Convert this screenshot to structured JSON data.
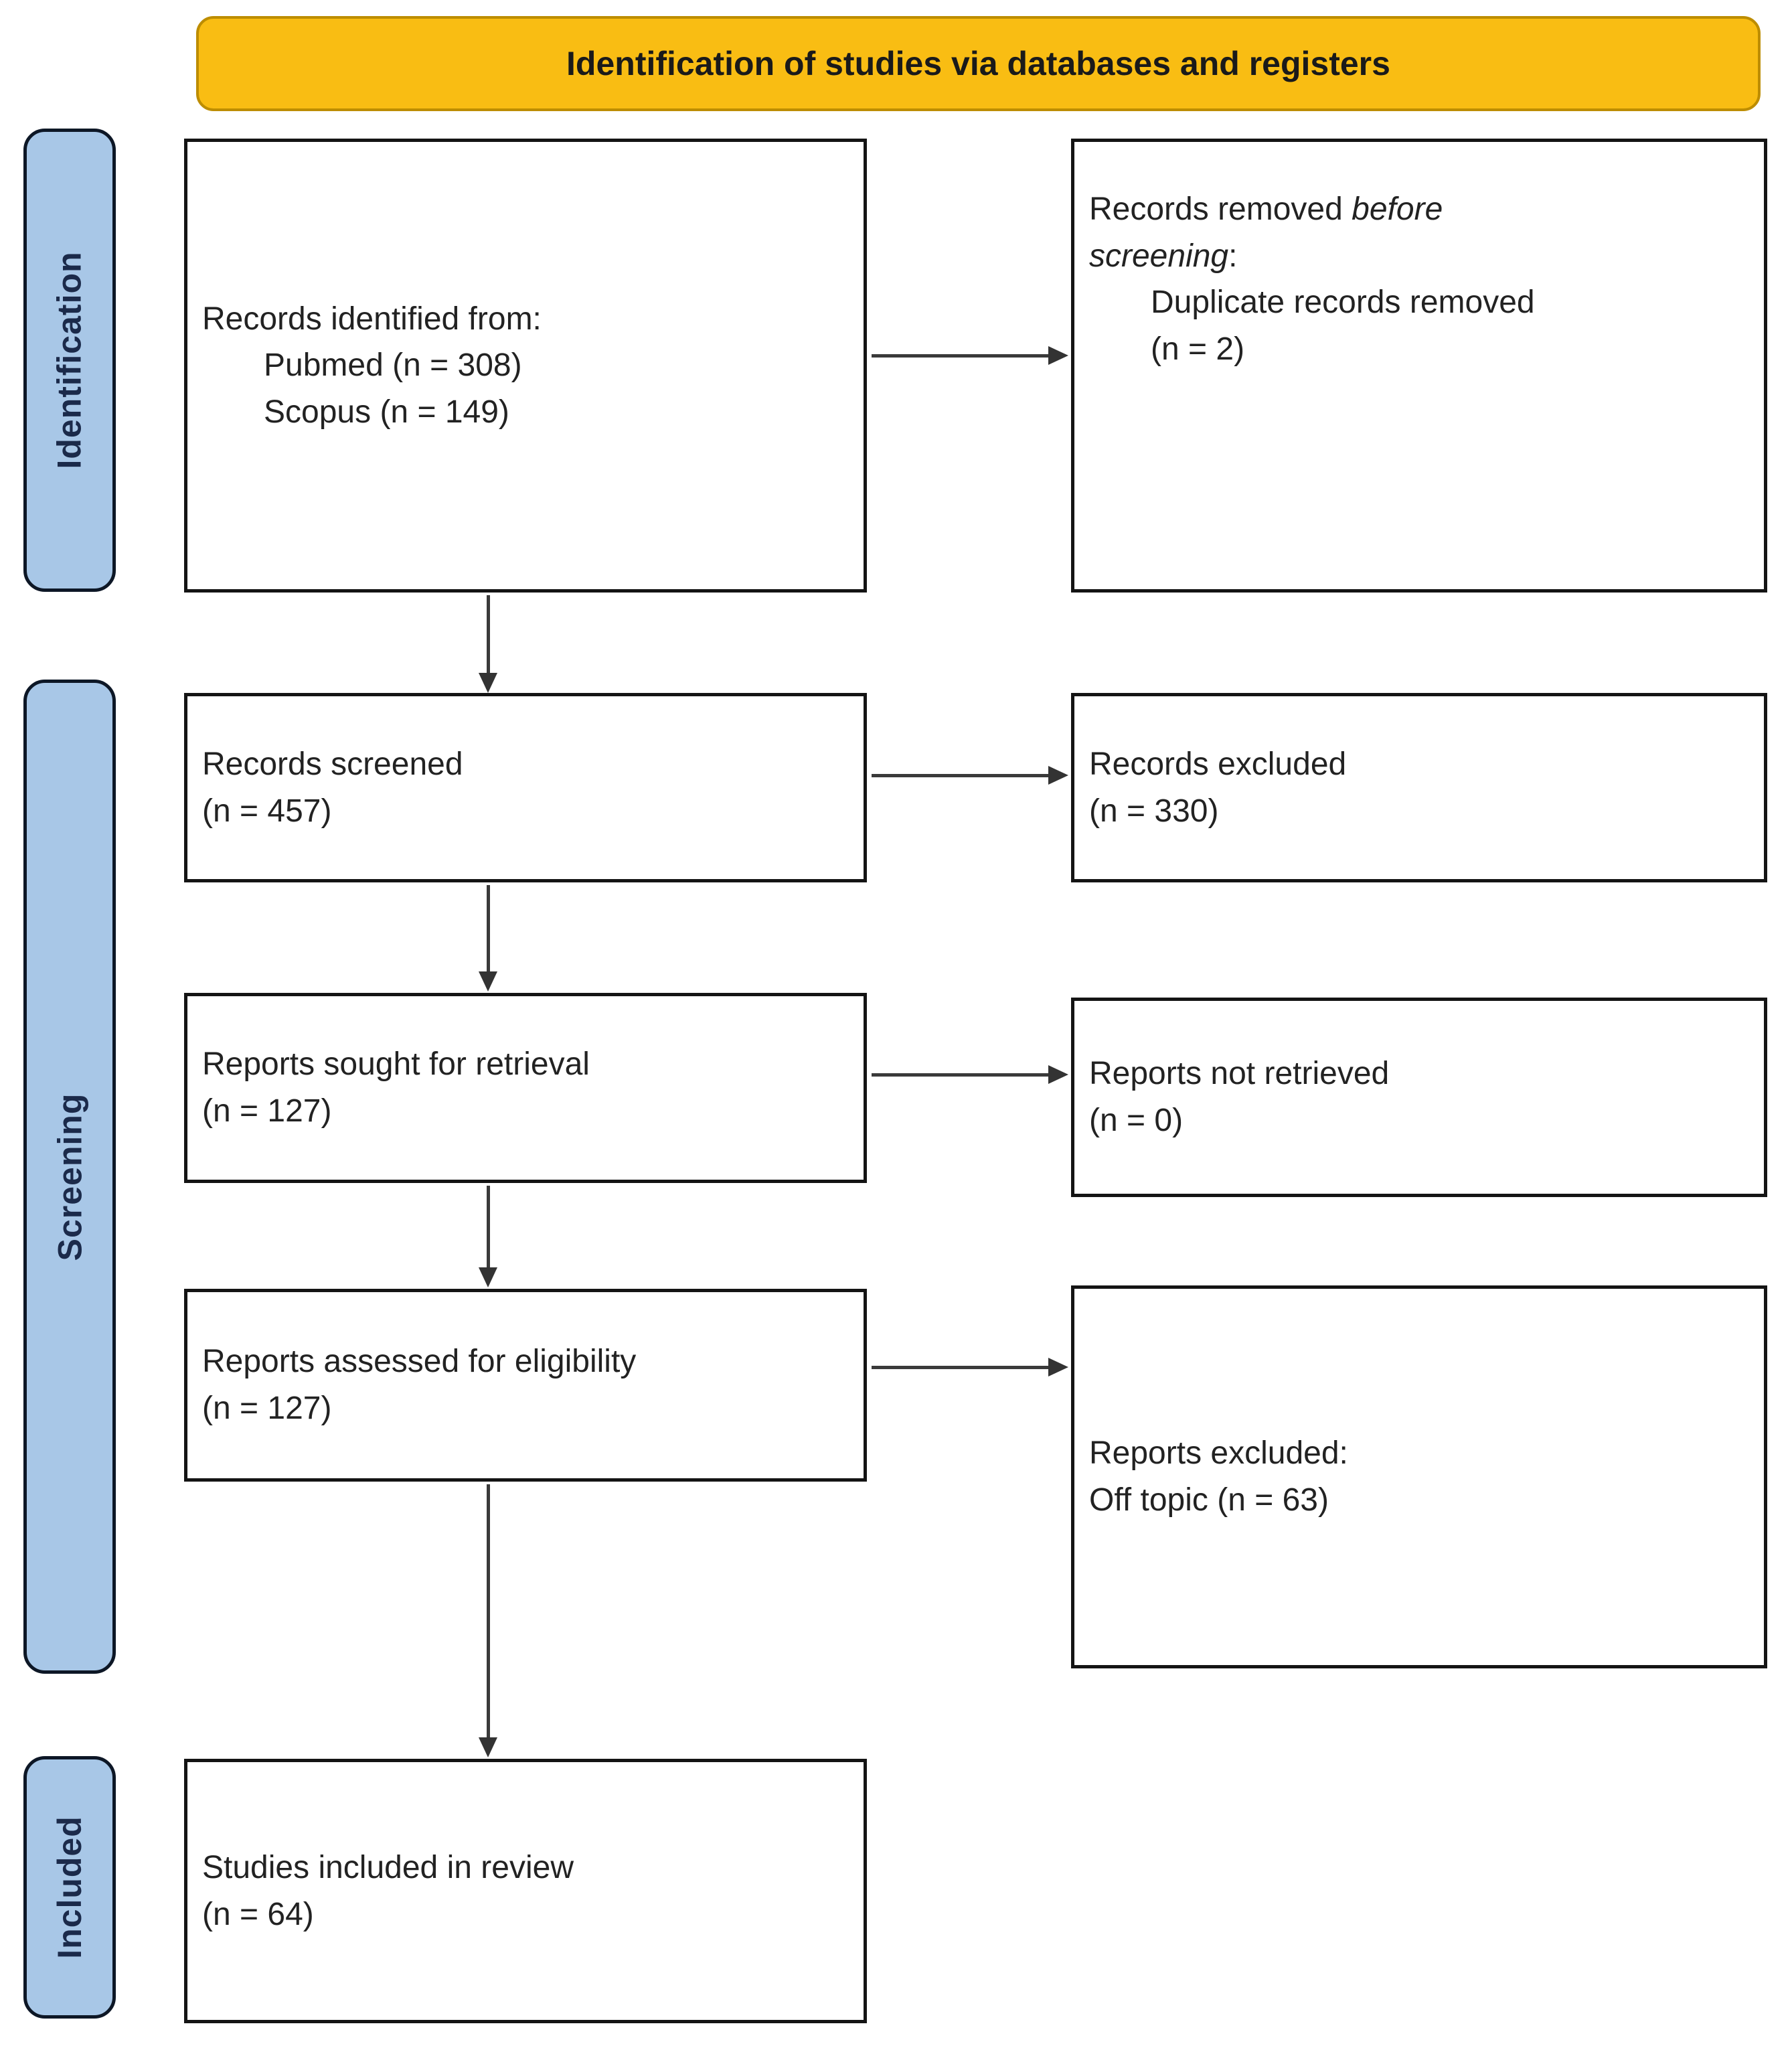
{
  "header": {
    "title": "Identification of studies via databases and registers"
  },
  "sidebar": {
    "identification": "Identification",
    "screening": "Screening",
    "included": "Included"
  },
  "boxes": {
    "records_identified": {
      "title": "Records identified from:",
      "items": [
        "Pubmed (n = 308)",
        "Scopus (n = 149)"
      ]
    },
    "records_removed": {
      "l1_normal": "Records removed ",
      "l1_italic": "before",
      "l2_italic": "screening",
      "l2_suffix": ":",
      "items": [
        "Duplicate records removed",
        "(n = 2)"
      ]
    },
    "records_screened": {
      "l1": "Records screened",
      "l2": "(n = 457)"
    },
    "records_excluded": {
      "l1": "Records excluded",
      "l2": "(n = 330)"
    },
    "reports_sought": {
      "l1": "Reports sought for retrieval",
      "l2": "(n = 127)"
    },
    "reports_not_retrieved": {
      "l1": "Reports not retrieved",
      "l2": "(n = 0)"
    },
    "reports_assessed": {
      "l1": "Reports assessed for eligibility",
      "l2": "(n = 127)"
    },
    "reports_excluded": {
      "l1": "Reports excluded:",
      "l2": "Off topic (n = 63)"
    },
    "studies_included": {
      "l1": "Studies included in review",
      "l2": "(n = 64)"
    }
  },
  "colors": {
    "header_bg": "#F9BD13",
    "header_border": "#BD8D00",
    "sidebar_bg": "#A8C7E7",
    "sidebar_text": "#1B2A4A",
    "box_border": "#141414",
    "arrow": "#3A3A3A"
  }
}
